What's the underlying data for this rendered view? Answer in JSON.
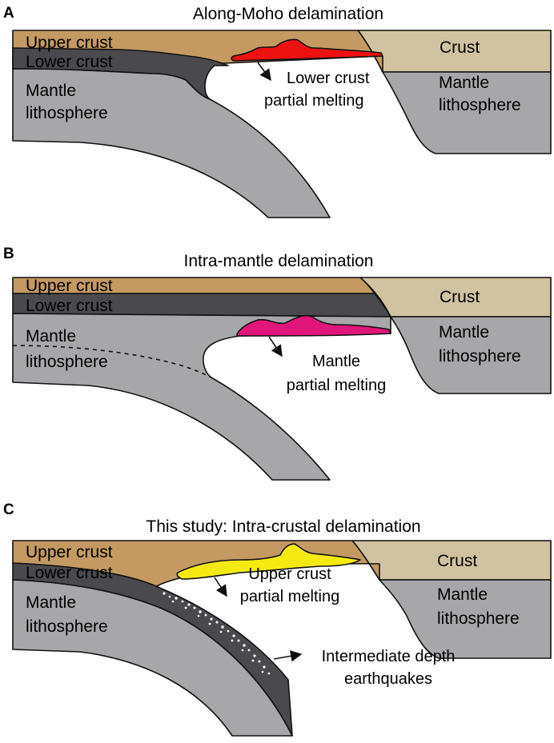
{
  "figure": {
    "colors": {
      "upper_crust": "#c49a62",
      "lower_crust": "#4a4a4e",
      "mantle": "#a7a7a9",
      "right_crust": "#d1c3a1",
      "right_mantle": "#a7a7a9",
      "lower_crust_melt": "#ee1111",
      "mantle_melt": "#e0167a",
      "upper_crust_melt": "#f4ea12",
      "earthquake": "#ffffff",
      "outline": "#111111"
    },
    "panels": [
      {
        "letter": "A",
        "title": "Along-Moho delamination",
        "upper_crust": "Upper crust",
        "lower_crust": "Lower crust",
        "mantle_line1": "Mantle",
        "mantle_line2": "lithosphere",
        "right_crust": "Crust",
        "right_mantle_line1": "Mantle",
        "right_mantle_line2": "lithosphere",
        "melt_line1": "Lower crust",
        "melt_line2": "partial melting"
      },
      {
        "letter": "B",
        "title": "Intra-mantle delamination",
        "upper_crust": "Upper crust",
        "lower_crust": "Lower crust",
        "mantle_line1": "Mantle",
        "mantle_line2": "lithosphere",
        "right_crust": "Crust",
        "right_mantle_line1": "Mantle",
        "right_mantle_line2": "lithosphere",
        "melt_line1": "Mantle",
        "melt_line2": "partial melting"
      },
      {
        "letter": "C",
        "title": "This study: Intra-crustal delamination",
        "upper_crust": "Upper crust",
        "lower_crust": "Lower crust",
        "mantle_line1": "Mantle",
        "mantle_line2": "lithosphere",
        "right_crust": "Crust",
        "right_mantle_line1": "Mantle",
        "right_mantle_line2": "lithosphere",
        "melt_line1": "Upper crust",
        "melt_line2": "partial melting",
        "quake_line1": "Intermediate depth",
        "quake_line2": "earthquakes"
      }
    ]
  }
}
